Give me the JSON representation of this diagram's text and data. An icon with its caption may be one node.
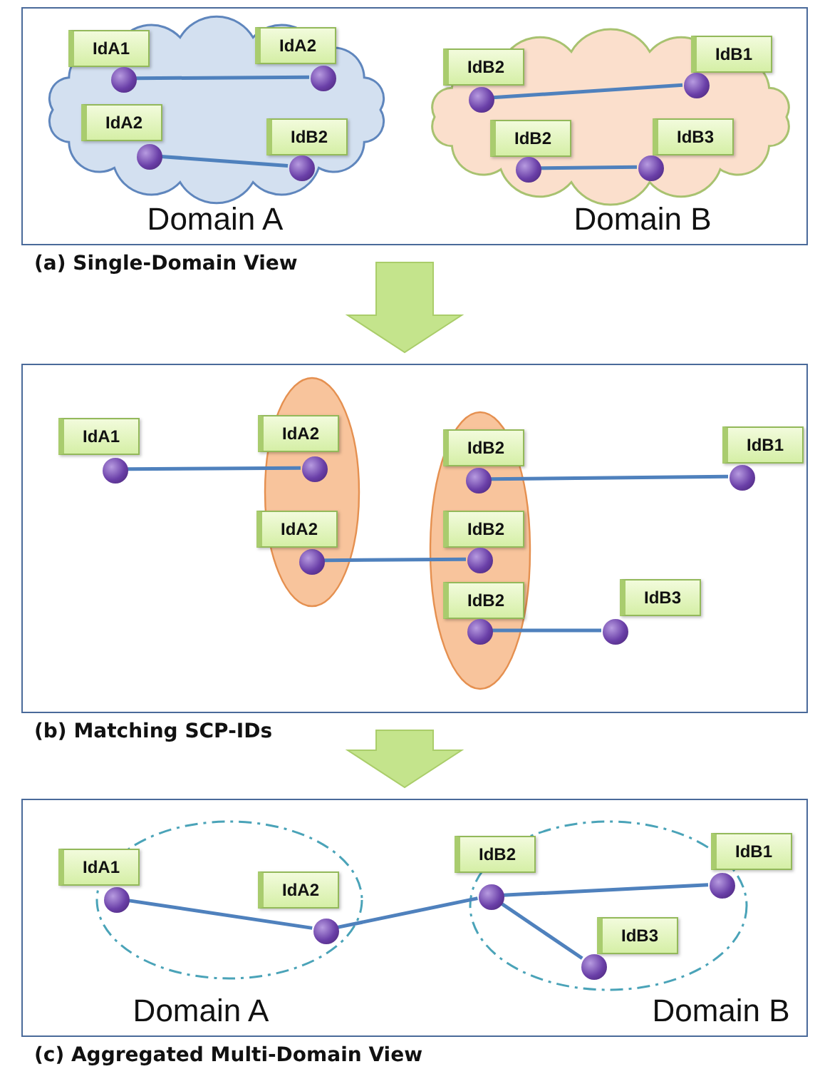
{
  "diagram": {
    "nodes": [
      {
        "text": [
          "(a) Single-Domain View"
        ]
      },
      {
        "text": [],
        "shape": "cloud",
        "in": 0
      },
      {
        "text": [
          "IdA1"
        ],
        "in": 1
      },
      {
        "text": [],
        "shape": "circle",
        "in": 1
      },
      {
        "text": [
          "IdA2"
        ],
        "in": 1
      },
      {
        "text": [],
        "shape": "circle",
        "in": 1
      },
      {
        "text": [
          "IdA2"
        ],
        "in": 1
      },
      {
        "text": [],
        "shape": "circle",
        "in": 1
      },
      {
        "text": [
          "IdB2"
        ],
        "in": 1
      },
      {
        "text": [],
        "shape": "circle",
        "in": 1
      },
      {
        "text": [],
        "shape": "cloud",
        "in": 0
      },
      {
        "text": [
          "IdB2"
        ],
        "in": 10
      },
      {
        "text": [],
        "shape": "circle",
        "in": 10
      },
      {
        "text": [
          "IdB1"
        ],
        "in": 10
      },
      {
        "text": [],
        "shape": "circle",
        "in": 10
      },
      {
        "text": [
          "IdB2"
        ],
        "in": 10
      },
      {
        "text": [],
        "shape": "circle",
        "in": 10
      },
      {
        "text": [
          "IdB3"
        ],
        "in": 10
      },
      {
        "text": [],
        "shape": "circle",
        "in": 10
      },
      {
        "text": [
          "(b) Matching SCP-IDs"
        ]
      },
      {
        "text": [],
        "shape": "ellipse",
        "in": 19
      },
      {
        "text": [],
        "shape": "ellipse",
        "in": 19
      },
      {
        "text": [
          "IdA1"
        ],
        "in": 19
      },
      {
        "text": [],
        "shape": "circle",
        "in": 19
      },
      {
        "text": [
          "IdA2"
        ],
        "in": 19
      },
      {
        "text": [],
        "shape": "circle",
        "in": 20
      },
      {
        "text": [
          "IdB2"
        ],
        "in": 21
      },
      {
        "text": [],
        "shape": "circle",
        "in": 21
      },
      {
        "text": [
          "IdB1"
        ],
        "in": 19
      },
      {
        "text": [],
        "shape": "circle",
        "in": 19
      },
      {
        "text": [
          "IdA2"
        ],
        "in": 19
      },
      {
        "text": [],
        "shape": "circle",
        "in": 20
      },
      {
        "text": [
          "IdB2"
        ],
        "in": 21
      },
      {
        "text": [],
        "shape": "circle",
        "in": 21
      },
      {
        "text": [
          "IdB2"
        ],
        "in": 21
      },
      {
        "text": [],
        "shape": "circle",
        "in": 21
      },
      {
        "text": [
          "IdB3"
        ],
        "in": 19
      },
      {
        "text": [],
        "shape": "circle",
        "in": 19
      },
      {
        "text": [
          "(c) Aggregated Multi-Domain View"
        ]
      },
      {
        "text": [],
        "shape": "ellipse",
        "in": 38
      },
      {
        "text": [],
        "shape": "ellipse",
        "in": 38
      },
      {
        "text": [
          "IdA1"
        ],
        "in": 38
      },
      {
        "text": [],
        "shape": "circle",
        "in": 39
      },
      {
        "text": [
          "IdA2"
        ],
        "in": 39
      },
      {
        "text": [],
        "shape": "circle",
        "in": 39
      },
      {
        "text": [
          "IdB2"
        ],
        "in": 38
      },
      {
        "text": [],
        "shape": "circle",
        "in": 40
      },
      {
        "text": [
          "IdB1"
        ],
        "in": 38
      },
      {
        "text": [],
        "shape": "circle",
        "in": 40
      },
      {
        "text": [
          "IdB3"
        ],
        "in": 40
      },
      {
        "text": [],
        "shape": "circle",
        "in": 40
      }
    ],
    "edges": [
      {
        "from": 3,
        "to": 5,
        "arrow": "none"
      },
      {
        "from": 7,
        "to": 9,
        "arrow": "none"
      },
      {
        "from": 12,
        "to": 14,
        "arrow": "none"
      },
      {
        "from": 16,
        "to": 18,
        "arrow": "none"
      },
      {
        "from": 23,
        "to": 25,
        "arrow": "none"
      },
      {
        "from": 27,
        "to": 29,
        "arrow": "none"
      },
      {
        "from": 31,
        "to": 33,
        "arrow": "none"
      },
      {
        "from": 35,
        "to": 37,
        "arrow": "none"
      },
      {
        "from": 42,
        "to": 44,
        "arrow": "none"
      },
      {
        "from": 44,
        "to": 46,
        "arrow": "none"
      },
      {
        "from": 46,
        "to": 48,
        "arrow": "none"
      },
      {
        "from": 46,
        "to": 50,
        "arrow": "none"
      },
      {
        "from": 0,
        "to": 19,
        "arrow": "to",
        "style": "thick",
        "color": "#c4e48c"
      },
      {
        "from": 19,
        "to": 38,
        "arrow": "to",
        "style": "thick",
        "color": "#c4e48c"
      }
    ],
    "labels": [
      "Domain A",
      "Domain B",
      "Domain A",
      "Domain B"
    ]
  }
}
